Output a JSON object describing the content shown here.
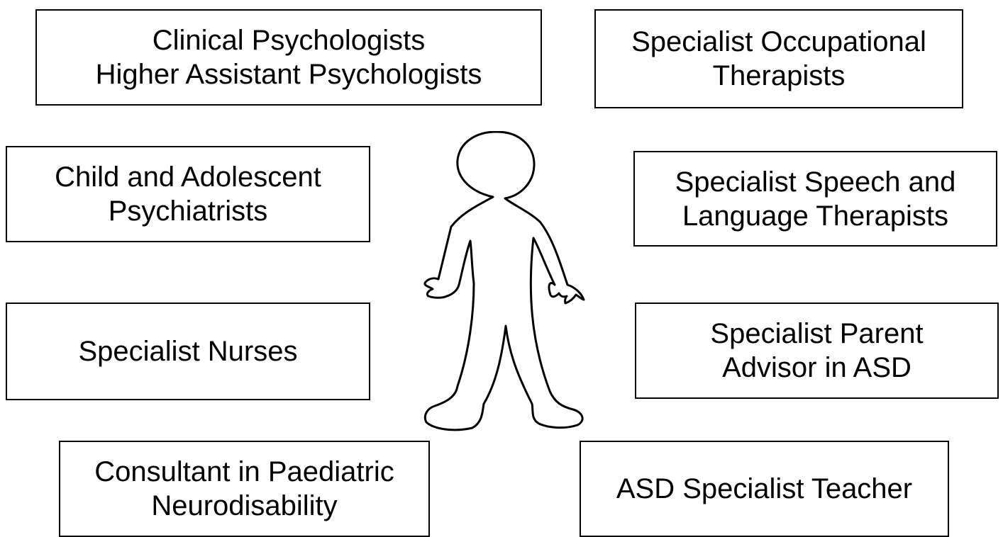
{
  "boxes": {
    "clinical": {
      "lines": [
        "Clinical Psychologists",
        "Higher Assistant Psychologists"
      ]
    },
    "occupational": {
      "lines": [
        "Specialist Occupational",
        "Therapists"
      ]
    },
    "psychiatrists": {
      "lines": [
        "Child and Adolescent",
        "Psychiatrists"
      ]
    },
    "speech": {
      "lines": [
        "Specialist Speech and",
        "Language Therapists"
      ]
    },
    "nurses": {
      "lines": [
        "Specialist Nurses"
      ]
    },
    "parent": {
      "lines": [
        "Specialist Parent",
        "Advisor in ASD"
      ]
    },
    "consultant": {
      "lines": [
        "Consultant in Paediatric",
        "Neurodisability"
      ]
    },
    "teacher": {
      "lines": [
        "ASD Specialist Teacher"
      ]
    }
  },
  "colors": {
    "line": "#000000",
    "background": "#ffffff"
  },
  "figure": {
    "icon": "child-outline-icon"
  }
}
